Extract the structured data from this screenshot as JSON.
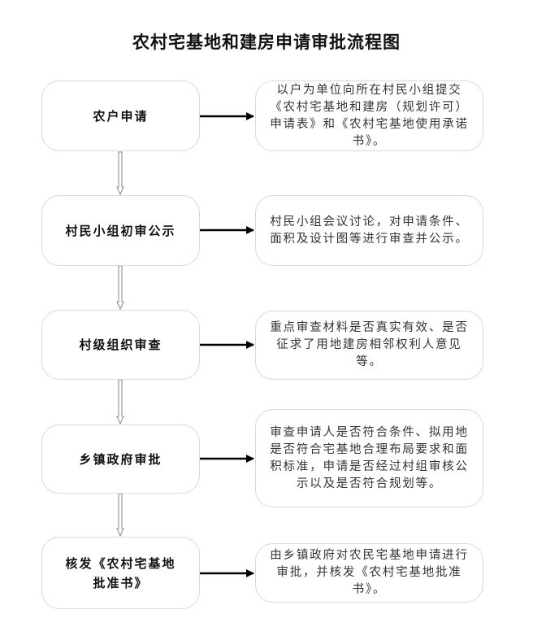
{
  "title": "农村宅基地和建房申请审批流程图",
  "steps": [
    {
      "label": "农户申请",
      "description": "以户为单位向所在村民小组提交\n《农村宅基地和建房（规划许可）\n申请表》和《农村宅基地使用承诺\n书》。"
    },
    {
      "label": "村民小组初审公示",
      "description": "村民小组会议讨论，对申请条件、\n面积及设计图等进行审查并公示。"
    },
    {
      "label": "村级组织审查",
      "description": "重点审查材料是否真实有效、是否\n征求了用地建房相邻权利人意见\n等。"
    },
    {
      "label": "乡镇政府审批",
      "description": "审查申请人是否符合条件、拟用地\n是否符合宅基地合理布局要求和面\n积标准，申请是否经过村组审核公\n示以及是否符合规划等。"
    },
    {
      "label": "核发《农村宅基地\n批准书》",
      "description": "由乡镇政府对农民宅基地申请进行\n审批，并核发《农村宅基地批准\n书》。"
    }
  ]
}
